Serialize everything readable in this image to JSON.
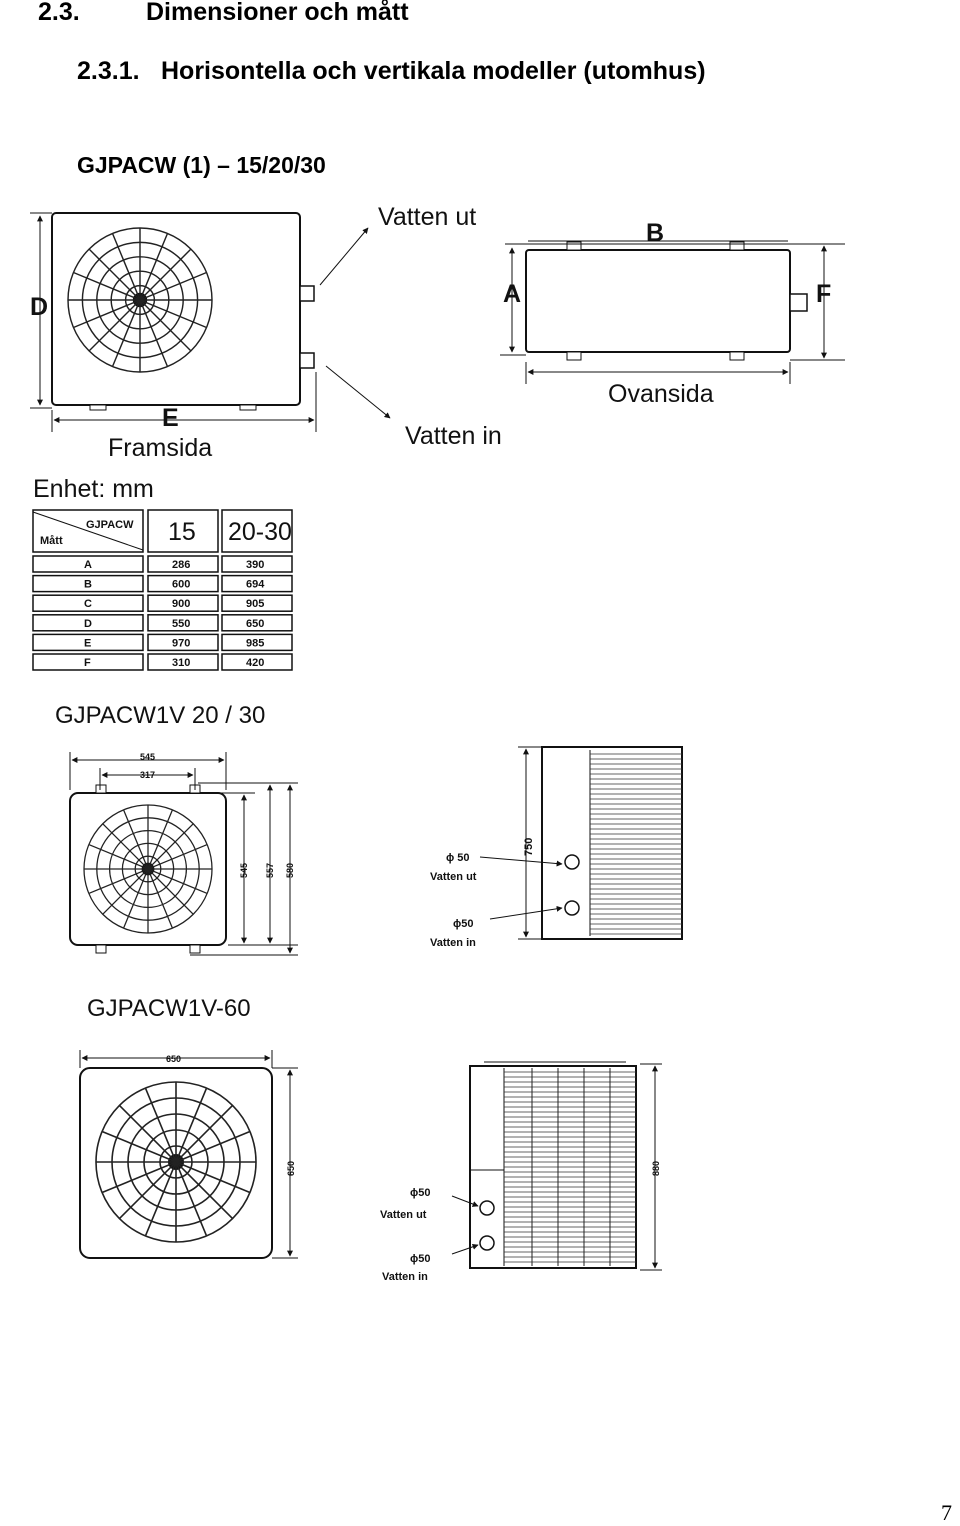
{
  "heading": {
    "number": "2.3.",
    "title": "Dimensioner och mått"
  },
  "subheading": {
    "number": "2.3.1.",
    "title": "Horisontella och vertikala modeller (utomhus)"
  },
  "model_title": "GJPACW (1) – 15/20/30",
  "diagram1": {
    "labels": {
      "water_out": "Vatten ut",
      "water_in": "Vatten in",
      "front": "Framsida",
      "top": "Ovansida",
      "dim_A": "A",
      "dim_B": "B",
      "dim_D": "D",
      "dim_E": "E",
      "dim_F": "F"
    },
    "unit": "Enhet: mm",
    "table": {
      "corner_top": "GJPACW",
      "corner_bottom": "Mått",
      "columns": [
        "15",
        "20-30"
      ],
      "rows": [
        {
          "label": "A",
          "values": [
            "286",
            "390"
          ]
        },
        {
          "label": "B",
          "values": [
            "600",
            "694"
          ]
        },
        {
          "label": "C",
          "values": [
            "900",
            "905"
          ]
        },
        {
          "label": "D",
          "values": [
            "550",
            "650"
          ]
        },
        {
          "label": "E",
          "values": [
            "970",
            "985"
          ]
        },
        {
          "label": "F",
          "values": [
            "310",
            "420"
          ]
        }
      ]
    }
  },
  "diagram2": {
    "title": "GJPACW1V 20 / 30",
    "dims": {
      "w1": "545",
      "w2": "317",
      "h1": "545",
      "h2": "557",
      "h3": "580",
      "depth": "750"
    },
    "water_out_size": "ϕ 50",
    "water_out": "Vatten ut",
    "water_in_size": "ϕ50",
    "water_in": "Vatten in"
  },
  "diagram3": {
    "title": "GJPACW1V-60",
    "dims": {
      "width": "650",
      "height": "650",
      "side": "880"
    },
    "water_out_size": "ϕ50",
    "water_out": "Vatten ut",
    "water_in_size": "ϕ50",
    "water_in": "Vatten in"
  },
  "page_number": "7"
}
